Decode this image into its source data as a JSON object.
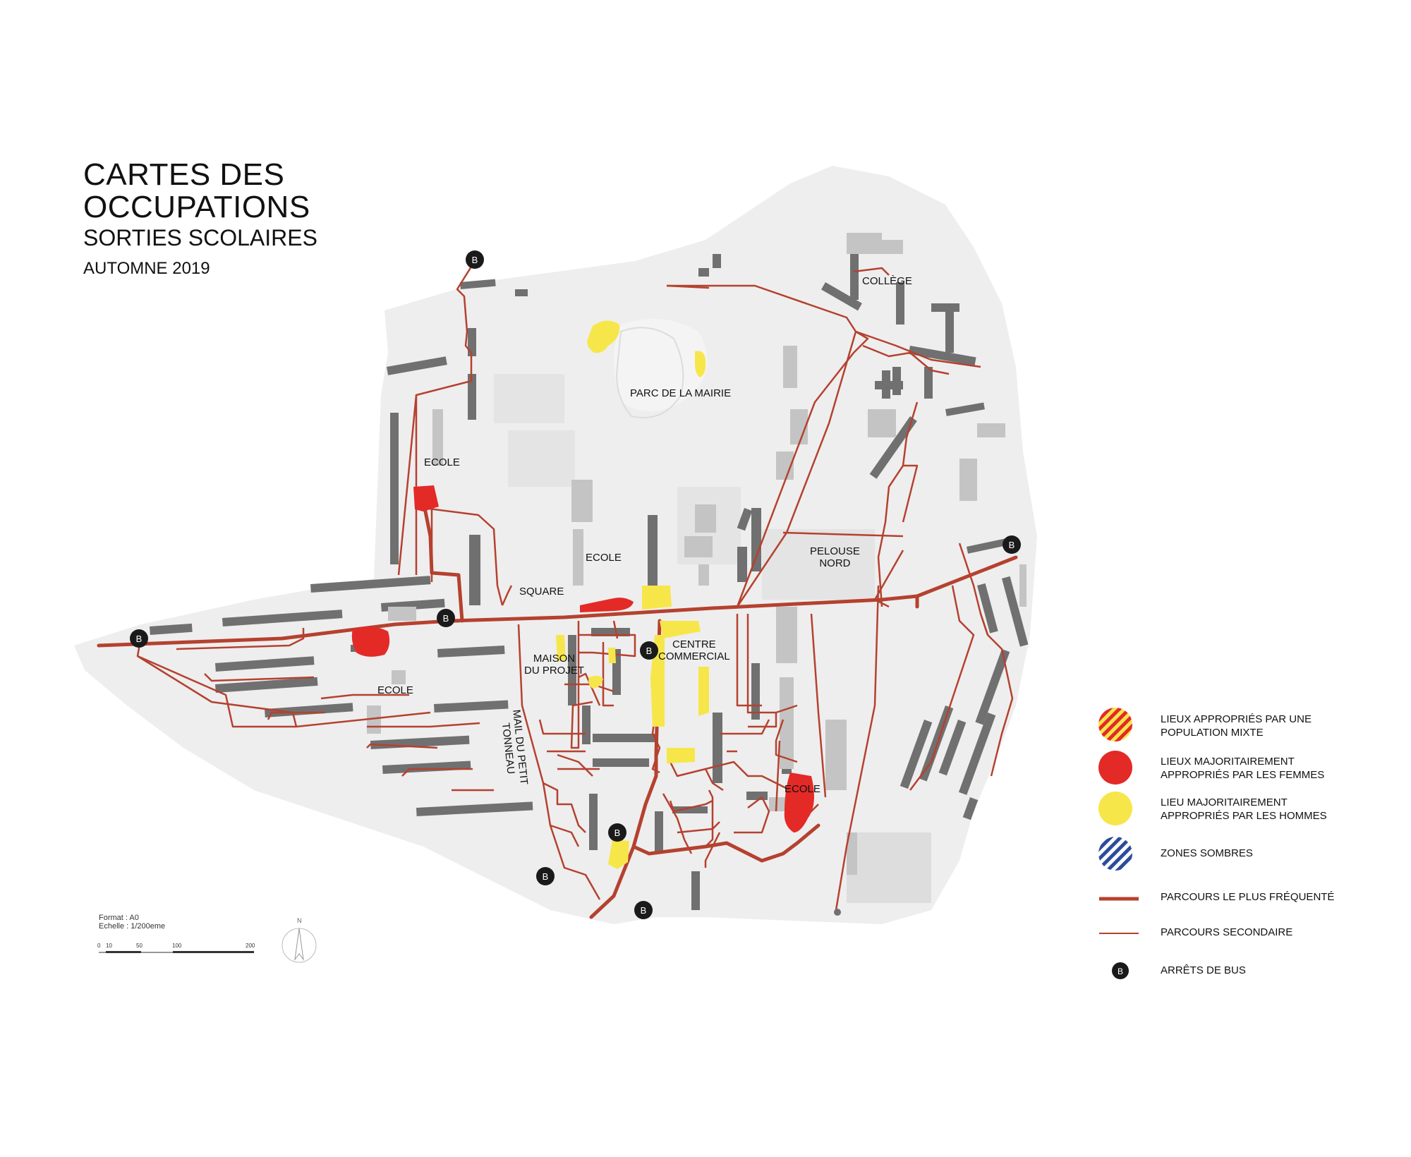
{
  "title": {
    "line1": "CARTES DES",
    "line2": "OCCUPATIONS",
    "subtitle": "SORTIES SCOLAIRES",
    "season": "AUTOMNE 2019"
  },
  "labels": {
    "college": "COLLÈGE",
    "parc": "PARC DE LA MAIRIE",
    "ecole_nw": "ECOLE",
    "ecole_center": "ECOLE",
    "ecole_w": "ECOLE",
    "ecole_se": "ECOLE",
    "pelouse_1": "PELOUSE",
    "pelouse_2": "NORD",
    "square": "SQUARE",
    "maison_1": "MAISON",
    "maison_2": "DU PROJET",
    "centre_1": "CENTRE",
    "centre_2": "COMMERCIAL",
    "mail_1": "MAIL DU PETIT",
    "mail_2": "TONNEAU"
  },
  "bus_letter": "B",
  "legend": {
    "mixte_1": "LIEUX APPROPRIÉS PAR UNE",
    "mixte_2": "POPULATION MIXTE",
    "femmes_1": "LIEUX MAJORITAIREMENT",
    "femmes_2": "APPROPRIÉS PAR LES FEMMES",
    "hommes_1": "LIEU MAJORITAIREMENT",
    "hommes_2": "APPROPRIÉS PAR LES HOMMES",
    "sombres": "ZONES SOMBRES",
    "parcours_principal": "PARCOURS LE PLUS FRÉQUENTÉ",
    "parcours_secondaire": "PARCOURS SECONDAIRE",
    "arrets": "ARRÊTS DE BUS"
  },
  "scale": {
    "format": "Format : A0",
    "echelle": "Echelle : 1/200eme",
    "ticks": [
      "0",
      "10",
      "50",
      "100",
      "200"
    ],
    "north": "N"
  },
  "colors": {
    "background": "#ffffff",
    "district": "#eeeeee",
    "building": "#707070",
    "building_light": "#c8c8c8",
    "path": "#b5412f",
    "women": "#e32a27",
    "men": "#f7e64a",
    "dark_zones": "#2b4c9a",
    "bus_stop": "#1a1a1a"
  }
}
